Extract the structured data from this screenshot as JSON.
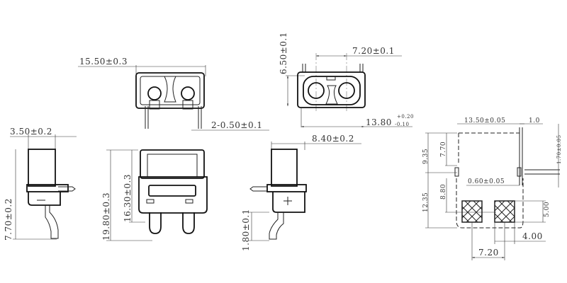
{
  "top_view": {
    "width_dim": "15.50±0.3",
    "pin_dim": "2-0.50±0.1"
  },
  "mating_view": {
    "height_dim": "6.50±0.1",
    "pitch_dim": "7.20±0.1",
    "width_dim": "13.80",
    "tol_plus": "+0.20",
    "tol_minus": "-0.10"
  },
  "left_side_view": {
    "depth_dim": "3.50±0.2",
    "height_dim": "7.70±0.2"
  },
  "front_view": {
    "total_height_dim": "19.80±0.3",
    "body_height_dim": "16.30±0.3"
  },
  "right_side_view": {
    "width_dim": "8.40±0.2",
    "pin_dim": "1.80±0.1"
  },
  "footprint": {
    "width_dim": "13.50±0.05",
    "edge_dim": "1.0",
    "offset_dim": "1.70±0.05",
    "upper_dim": "9.35",
    "upper_inner_dim": "7.70",
    "slot_dim": "0.60±0.05",
    "lower_dim": "12.35",
    "lower_inner_dim": "8.80",
    "pad_height_dim": "5.00",
    "pad_width_dim": "4.00",
    "pad_pitch_dim": "7.20"
  }
}
